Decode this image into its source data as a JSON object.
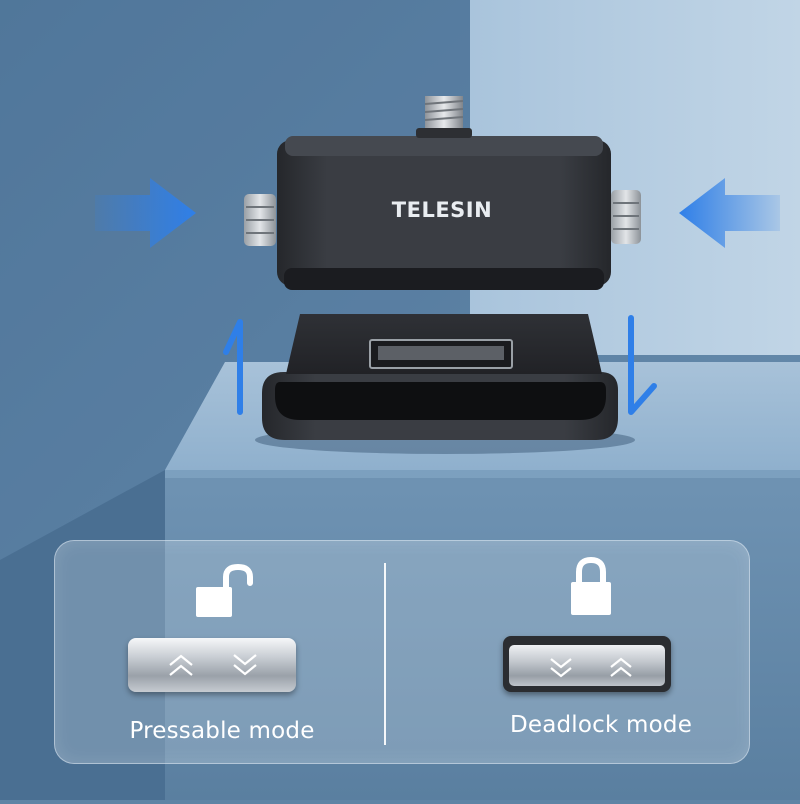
{
  "product": {
    "brand_text": "TELESIN"
  },
  "modes": {
    "left": {
      "label": "Pressable mode",
      "lock_state": "unlocked-padlock-icon"
    },
    "right": {
      "label": "Deadlock mode",
      "lock_state": "locked-padlock-icon"
    }
  },
  "colors": {
    "arrow_blue": "#2f7fe8",
    "panel_tint": "#bed0e0",
    "background_blue": "#5f84a5"
  }
}
